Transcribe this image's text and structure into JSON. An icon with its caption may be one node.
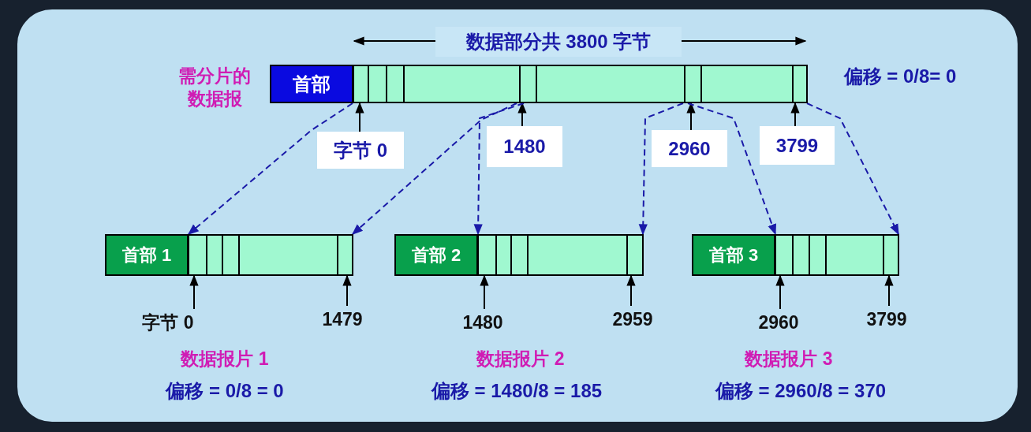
{
  "diagram": {
    "nodes": [
      {
        "text": [
          "首部"
        ]
      },
      {
        "text": [],
        "shape": "bar"
      },
      {
        "text": [
          "字节 0"
        ]
      },
      {
        "text": [
          "1480"
        ]
      },
      {
        "text": [
          "2960"
        ]
      },
      {
        "text": [
          "3799"
        ]
      },
      {
        "text": [
          "首部 1"
        ]
      },
      {
        "text": [],
        "shape": "bar"
      },
      {
        "text": [
          "首部 2"
        ]
      },
      {
        "text": [],
        "shape": "bar"
      },
      {
        "text": [
          "首部 3"
        ]
      },
      {
        "text": [],
        "shape": "bar"
      },
      {
        "text": [
          "字节 0"
        ]
      },
      {
        "text": [
          "1479"
        ]
      },
      {
        "text": [
          "1480"
        ]
      },
      {
        "text": [
          "2959"
        ]
      },
      {
        "text": [
          "2960"
        ]
      },
      {
        "text": [
          "3799"
        ]
      }
    ],
    "edges": [
      {
        "from": 2,
        "to": 1,
        "arrow": "to"
      },
      {
        "from": 3,
        "to": 1,
        "arrow": "to"
      },
      {
        "from": 4,
        "to": 1,
        "arrow": "to"
      },
      {
        "from": 5,
        "to": 1,
        "arrow": "to"
      },
      {
        "from": 1,
        "to": 7,
        "arrow": "to",
        "style": "dashed",
        "color": "#1a1aa8"
      },
      {
        "from": 1,
        "to": 7,
        "arrow": "to",
        "style": "dashed",
        "color": "#1a1aa8"
      },
      {
        "from": 1,
        "to": 9,
        "arrow": "to",
        "style": "dashed",
        "color": "#1a1aa8"
      },
      {
        "from": 1,
        "to": 9,
        "arrow": "to",
        "style": "dashed",
        "color": "#1a1aa8"
      },
      {
        "from": 1,
        "to": 11,
        "arrow": "to",
        "style": "dashed",
        "color": "#1a1aa8"
      },
      {
        "from": 1,
        "to": 11,
        "arrow": "to",
        "style": "dashed",
        "color": "#1a1aa8"
      },
      {
        "from": 12,
        "to": 7,
        "arrow": "to"
      },
      {
        "from": 13,
        "to": 7,
        "arrow": "to"
      },
      {
        "from": 14,
        "to": 9,
        "arrow": "to"
      },
      {
        "from": 15,
        "to": 9,
        "arrow": "to"
      },
      {
        "from": 16,
        "to": 11,
        "arrow": "to"
      },
      {
        "from": 17,
        "to": 11,
        "arrow": "to"
      }
    ],
    "labels": [
      "数据部分共 3800 字节",
      "需分片的数据报",
      "偏移 = 0/8= 0",
      "数据报片 1",
      "数据报片 2",
      "数据报片 3",
      "偏移 = 0/8 = 0",
      "偏移 = 1480/8 = 185",
      "偏移 = 2960/8 = 370"
    ]
  }
}
